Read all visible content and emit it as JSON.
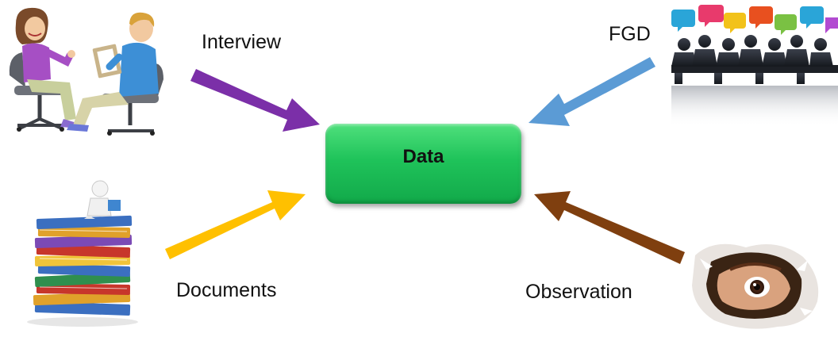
{
  "center": {
    "label": "Data",
    "color": "#1fc35a"
  },
  "sources": [
    {
      "id": "interview",
      "label": "Interview",
      "arrow_color": "#7b2fa8",
      "icon": "interview-people-icon"
    },
    {
      "id": "fgd",
      "label": "FGD",
      "arrow_color": "#5b9bd5",
      "icon": "focus-group-meeting-icon"
    },
    {
      "id": "documents",
      "label": "Documents",
      "arrow_color": "#ffc000",
      "icon": "document-stack-icon"
    },
    {
      "id": "observation",
      "label": "Observation",
      "arrow_color": "#7f3f0f",
      "icon": "peeking-eye-icon"
    }
  ]
}
